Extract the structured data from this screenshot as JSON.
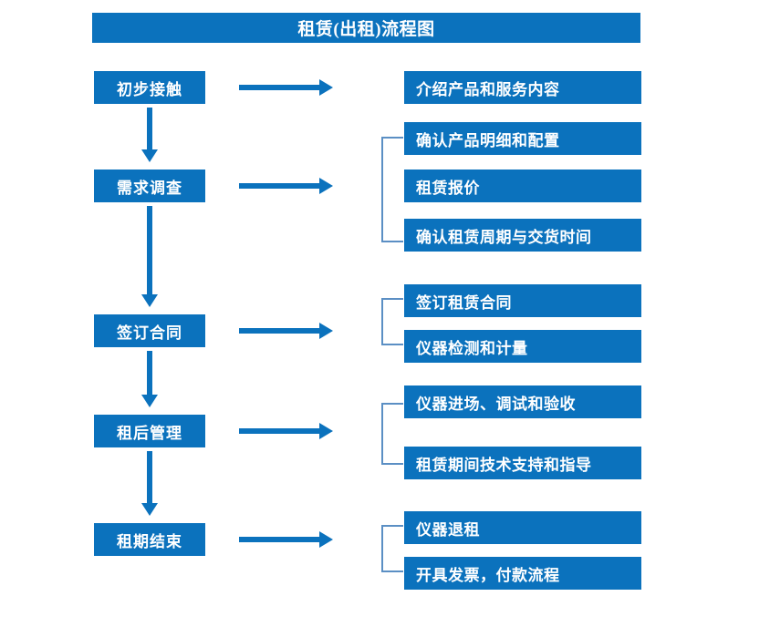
{
  "chart": {
    "title": "租赁(出租)流程图",
    "accent_color": "#0B72BD",
    "bracket_color": "#5B8FC4",
    "arrow_color": "#0B72BD"
  },
  "stages": [
    {
      "label": "初步接触"
    },
    {
      "label": "需求调查"
    },
    {
      "label": "签订合同"
    },
    {
      "label": "租后管理"
    },
    {
      "label": "租期结束"
    }
  ],
  "details": [
    {
      "label": "介绍产品和服务内容"
    },
    {
      "label": "确认产品明细和配置"
    },
    {
      "label": "租赁报价"
    },
    {
      "label": "确认租赁周期与交货时间"
    },
    {
      "label": "签订租赁合同"
    },
    {
      "label": "仪器检测和计量"
    },
    {
      "label": "仪器进场、调试和验收"
    },
    {
      "label": "租赁期间技术支持和指导"
    },
    {
      "label": "仪器退租"
    },
    {
      "label": "开具发票，付款流程"
    }
  ]
}
